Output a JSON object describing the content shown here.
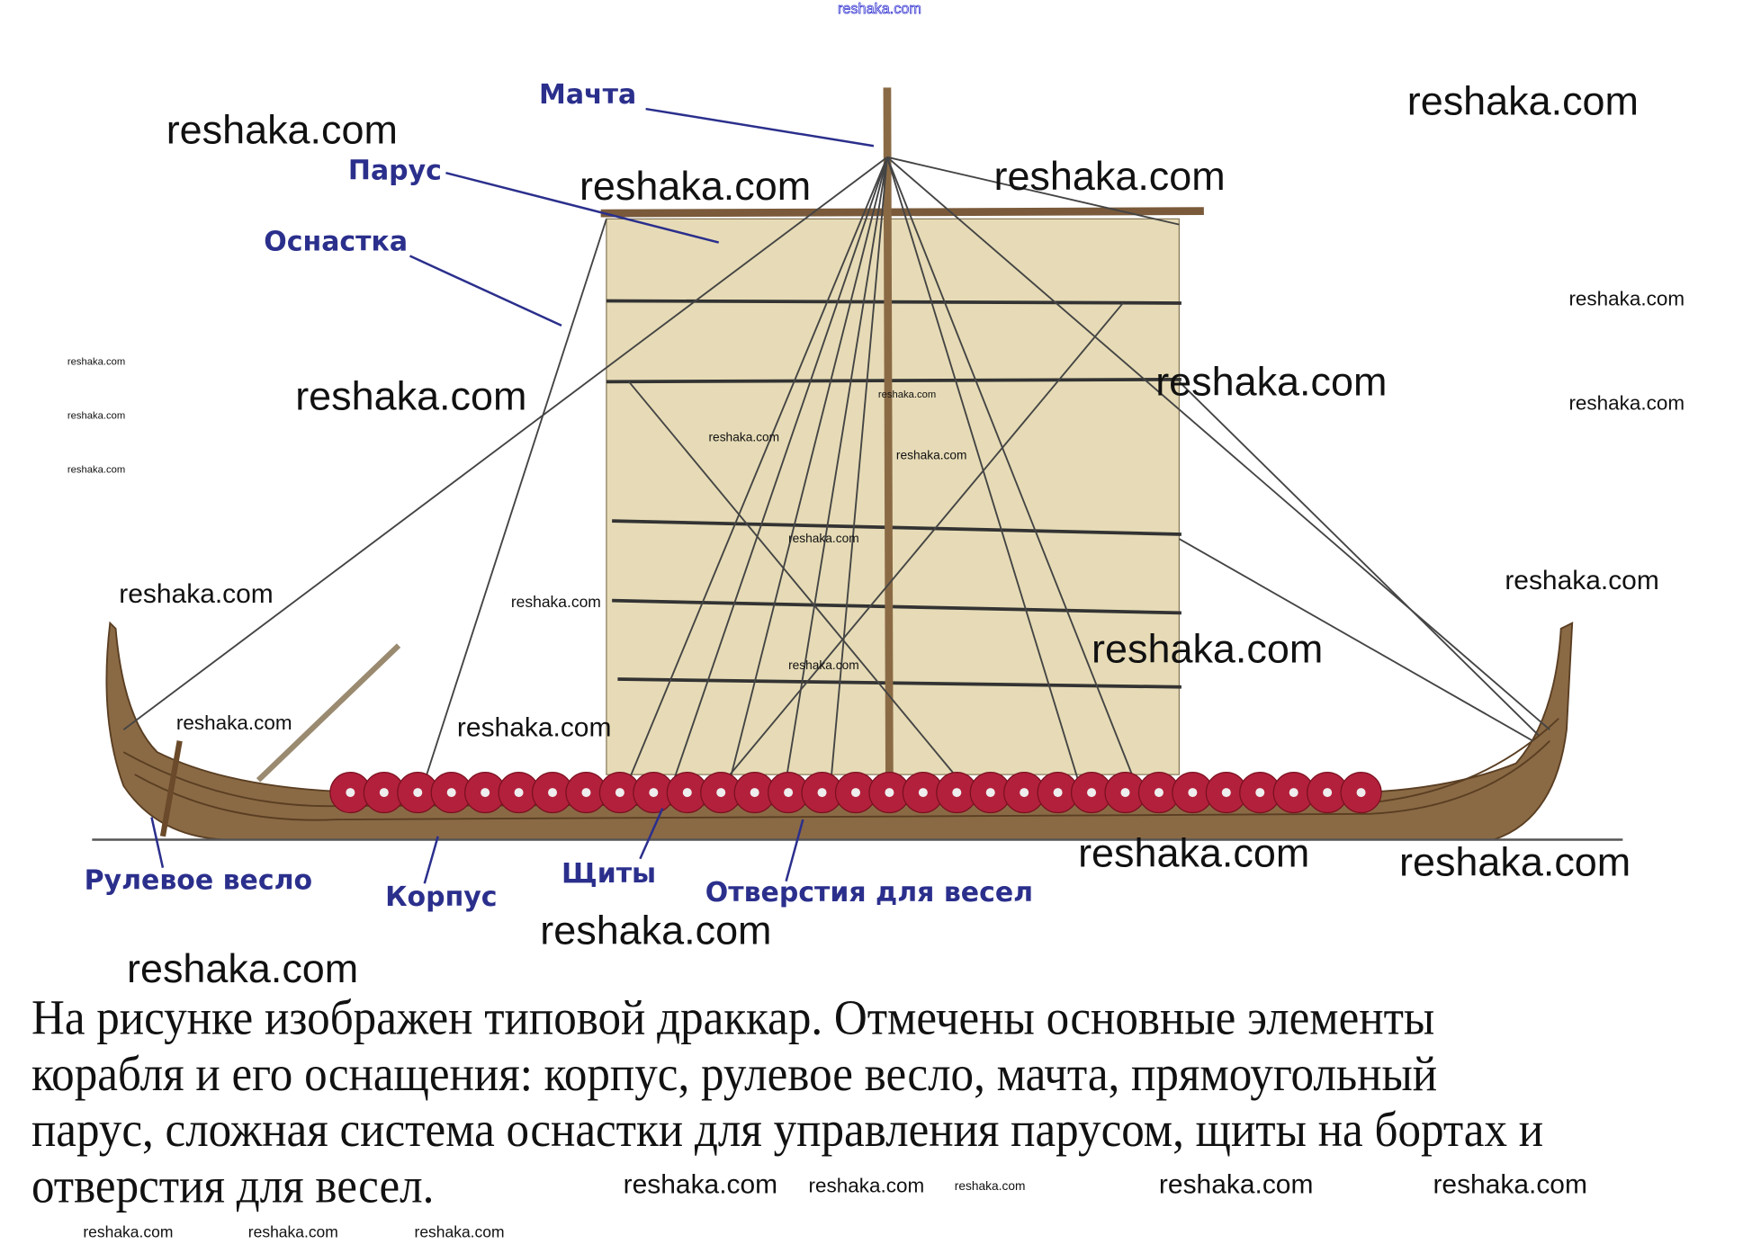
{
  "labels": {
    "mast": "Мачта",
    "sail": "Парус",
    "rigging": "Оснастка",
    "steering_oar": "Рулевое весло",
    "hull": "Корпус",
    "shields": "Щиты",
    "oar_holes": "Отверстия для весел"
  },
  "paragraph": [
    "На рисунке изображен типовой драккар. Отмечены основные элементы",
    "корабля и его оснащения: корпус, рулевое весло, мачта, прямоугольный",
    "парус, сложная система оснастки для управления парусом, щиты на бортах и",
    "отверстия для весел."
  ],
  "watermarks": [
    "reshaka.com",
    "reshaka.com",
    "reshaka.com",
    "reshaka.com",
    "reshaka.com",
    "reshaka.com",
    "reshaka.com",
    "reshaka.com",
    "reshaka.com",
    "reshaka.com",
    "reshaka.com",
    "reshaka.com",
    "reshaka.com",
    "reshaka.com",
    "reshaka.com",
    "reshaka.com",
    "reshaka.com",
    "reshaka.com",
    "reshaka.com",
    "reshaka.com",
    "reshaka.com",
    "reshaka.com",
    "reshaka.com",
    "reshaka.com",
    "reshaka.com",
    "reshaka.com",
    "reshaka.com",
    "reshaka.com",
    "reshaka.com",
    "reshaka.com",
    "reshaka.com",
    "reshaka.com",
    "reshaka.com",
    "reshaka.com"
  ],
  "colors": {
    "label": "#2b2f8c",
    "sail": "#e6dbb6",
    "hull": "#8a6a45",
    "shield": "#b3203c"
  }
}
